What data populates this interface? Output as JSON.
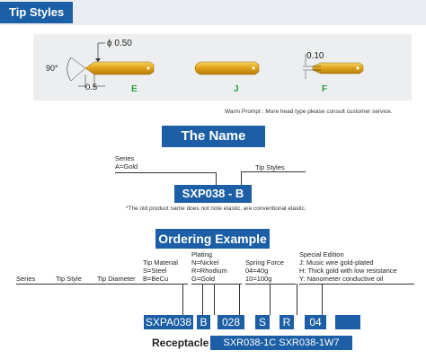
{
  "header": {
    "title": "Tip Styles"
  },
  "tip_diagram": {
    "angle": "90°",
    "diameter": "ϕ 0.50",
    "length": "0.5",
    "f_dim": "0.10",
    "tips": [
      "E",
      "J",
      "F"
    ]
  },
  "warm_prompt": "Warm Prompt : More head type please consult customer service.",
  "name_section": {
    "banner": "The Name",
    "series_title": "Series",
    "series_value": "A=Gold",
    "tip_styles": "Tip Styles",
    "code": "SXP038  - B",
    "note": "*The old product name does not note elastic, are conventional elastic."
  },
  "ordering": {
    "banner": "Ordering Example",
    "labels": {
      "series": "Series",
      "tip_style": "Tip Style",
      "tip_diameter": "Tip Diameter",
      "tip_material": [
        "Tip Material",
        "S=Steel",
        "B=BeCu"
      ],
      "plating": [
        "Plating",
        "N=Nickel",
        "R=Rhodium",
        "G=Gold"
      ],
      "spring_force": [
        "Spring Force",
        "04=40g",
        "10=100g"
      ],
      "special_edition": [
        "Special Edition",
        "J: Music wire gold-plated",
        "H: Thick gold with low resistance",
        "Y: Nanometer conductive oil"
      ]
    },
    "codes": [
      "SXPA038",
      "B",
      "028",
      "S",
      "R",
      "04",
      ""
    ],
    "receptacle_label": "Receptacle",
    "receptacle_value": "SXR038-1C  SXR038-1W7"
  },
  "colors": {
    "brand_blue": "#1c5fa6",
    "panel_gray": "#eceef0",
    "tip_green": "#2aa043",
    "pin_gold": "#e0a81c"
  }
}
